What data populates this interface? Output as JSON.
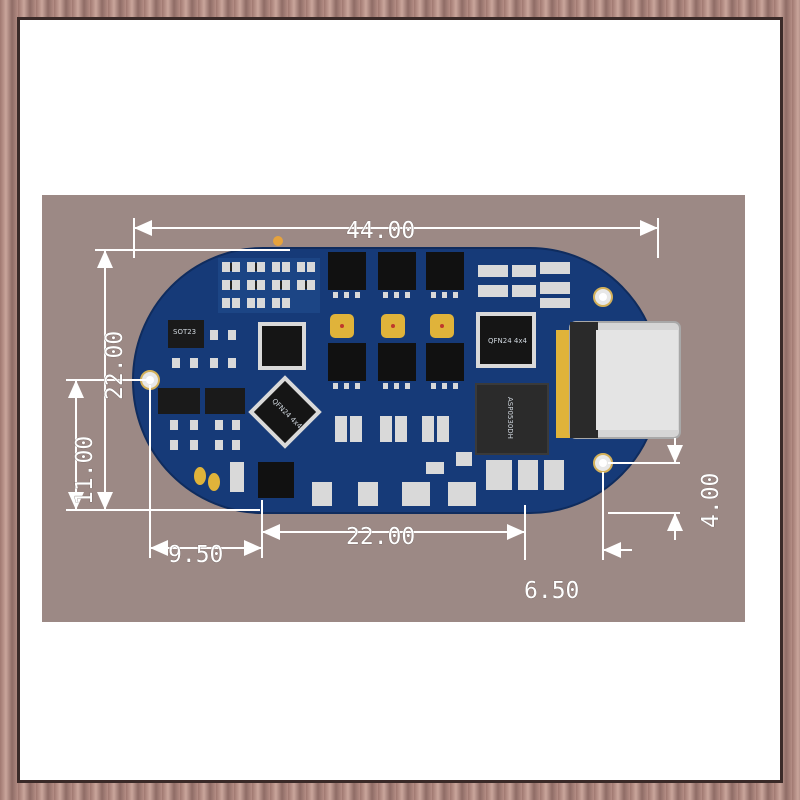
{
  "dimensions": {
    "width_top": "44.00",
    "height_left": "22.00",
    "hole_height": "11.00",
    "hole_offset": "9.50",
    "hole_spacing": "22.00",
    "edge_offset_right": "6.50",
    "right_height": "4.00"
  },
  "chip_labels": {
    "regulator": "ASP0530DH",
    "mcu": "QFN24 4x4",
    "mcu2": "QFN24 4x4"
  },
  "colors": {
    "pcb": "#163a78",
    "pad": "#e0b33a",
    "background": "#9c8985"
  }
}
